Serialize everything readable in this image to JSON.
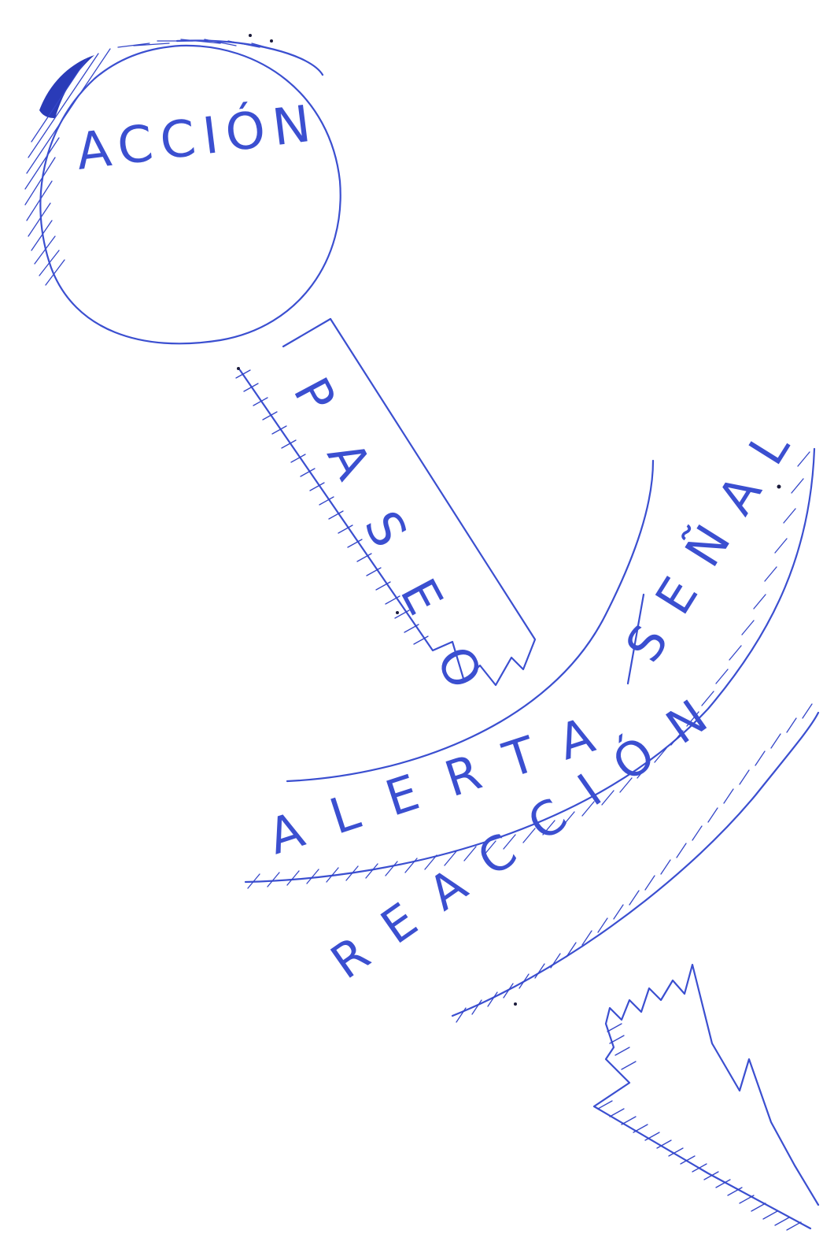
{
  "diagram": {
    "nodes": [
      {
        "id": "accion",
        "label": "ACCIÓN"
      },
      {
        "id": "paseo",
        "label": "PASEO"
      },
      {
        "id": "alerta",
        "label": "ALERTA"
      },
      {
        "id": "senal",
        "label": "SEÑAL"
      },
      {
        "id": "reaccion",
        "label": "REACCIÓN"
      }
    ],
    "ink_color": "#3b4fd0"
  }
}
